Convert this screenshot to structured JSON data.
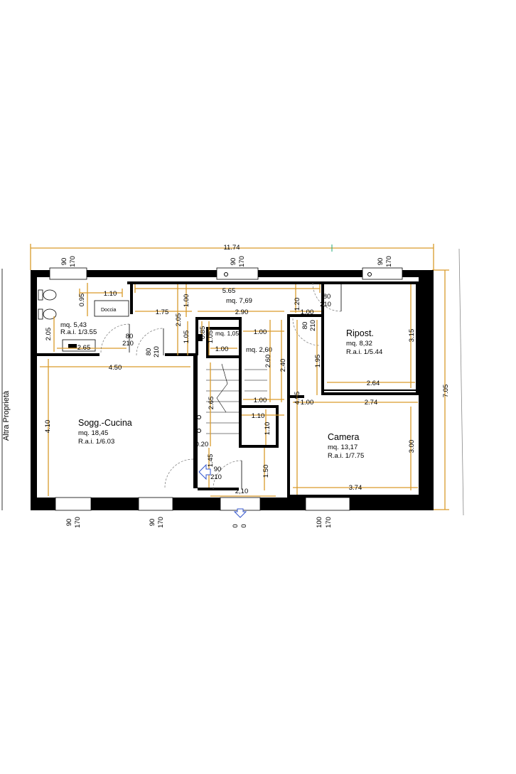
{
  "diagram": {
    "side_label": "Altra Proprietà",
    "overall": {
      "width": "11.74",
      "depth": "7.05"
    },
    "rooms": {
      "bagno": {
        "fixture": "Doccia",
        "area": "mq. 5,43",
        "rai": "R.a.i. 1/3.55"
      },
      "corridoio": {
        "area": "mq. 7,69"
      },
      "ripostiglio": {
        "name": "Ripost.",
        "area": "mq. 8,32",
        "rai": "R.a.i. 1/5.44"
      },
      "disimpegno": {
        "area": "mq. 1,05"
      },
      "scala": {
        "area": "mq. 2,60"
      },
      "soggiorno": {
        "name": "Sogg.-Cucina",
        "area": "mq. 18,45",
        "rai": "R.a.i. 1/6.03"
      },
      "camera": {
        "name": "Camera",
        "area": "mq. 13,17",
        "rai": "R.a.i. 1/7.75"
      }
    },
    "dims": {
      "top_win1_w": "90",
      "top_win1_h": "170",
      "top_win2_w": "90",
      "top_win2_h": "170",
      "top_win3_w": "90",
      "top_win3_h": "170",
      "bath_width": "1.10",
      "bath_095": "0.95",
      "bath_205": "2.05",
      "bath_265": "2.65",
      "corr_565": "5.65",
      "corr_175": "1.75",
      "corr_205": "2.05",
      "corr_100": "1.00",
      "corr_290": "2.90",
      "corr_120": "1.20",
      "corr_100b": "1.00",
      "door_bath_w": "80",
      "door_bath_h": "210",
      "door_corr_w": "80",
      "door_corr_h": "210",
      "door_top_w": "80",
      "door_top_h": "210",
      "door_rip_w": "80",
      "door_rip_h": "210",
      "dis_105": "1.05",
      "dis_085": "0.85",
      "dis_100": "1.00",
      "dis_105b": "1.05",
      "stair_100a": "1.00",
      "stair_260": "2.60",
      "stair_100b": "1.00",
      "stair_240": "2.40",
      "stair_265": "2.65",
      "stair_110a": "1.10",
      "stair_110b": "1.10",
      "stair_145": "1.45",
      "stair_150": "1.50",
      "stair_210": "2,10",
      "stair_020": "0.20",
      "door_entry_w": "90",
      "door_entry_h": "210",
      "rip_315": "3.15",
      "rip_195": "1.95",
      "rip_264": "2.64",
      "cam_100": "1.00",
      "cam_274": "2.74",
      "cam_495": "4.95",
      "cam_300": "3.00",
      "cam_374": "3.74",
      "sogg_450": "4.50",
      "sogg_410": "4.10",
      "bot_win1_w": "90",
      "bot_win1_h": "170",
      "bot_win2_w": "90",
      "bot_win2_h": "170",
      "bot_door_w": "0",
      "bot_door_h": "0",
      "bot_win3_w": "100",
      "bot_win3_h": "170"
    }
  }
}
